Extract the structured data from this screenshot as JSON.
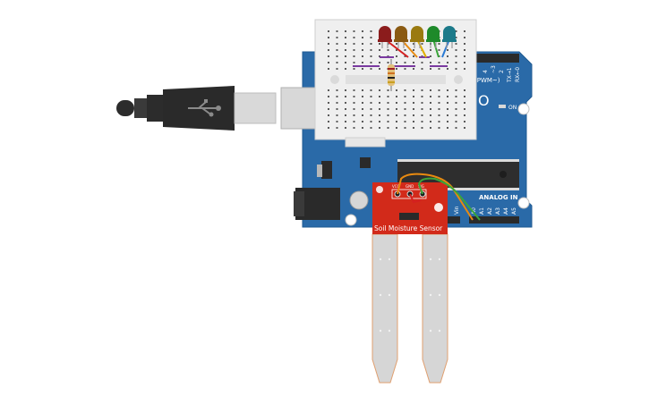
{
  "board": {
    "logo_partial": "O",
    "pwm_label": "(PWM~)",
    "digital_pins_partial": [
      "4",
      "~3",
      "2",
      "TX→1",
      "RX←0"
    ],
    "on_label": "ON",
    "analog_label": "ANALOG IN",
    "analog_pins": [
      "A0",
      "A1",
      "A2",
      "A3",
      "A4",
      "A5"
    ],
    "power_pins_partial": [
      "Vin"
    ]
  },
  "sensor": {
    "title": "Soil Moisture Sensor",
    "pin_labels": [
      "VCC",
      "GND",
      "SIG"
    ]
  },
  "leds": {
    "colors": [
      "#8b1c1c",
      "#8a5a12",
      "#9a7a10",
      "#1e8a2a",
      "#1c7a8a"
    ]
  },
  "usb": {
    "cable_color": "#2c2c2c"
  },
  "wire_colors": {
    "orange": "#e88a10",
    "green": "#3aa63a",
    "red": "#d42020",
    "purple": "#7a3aa0",
    "blue": "#2a7ad4",
    "yellow": "#e0b000"
  }
}
